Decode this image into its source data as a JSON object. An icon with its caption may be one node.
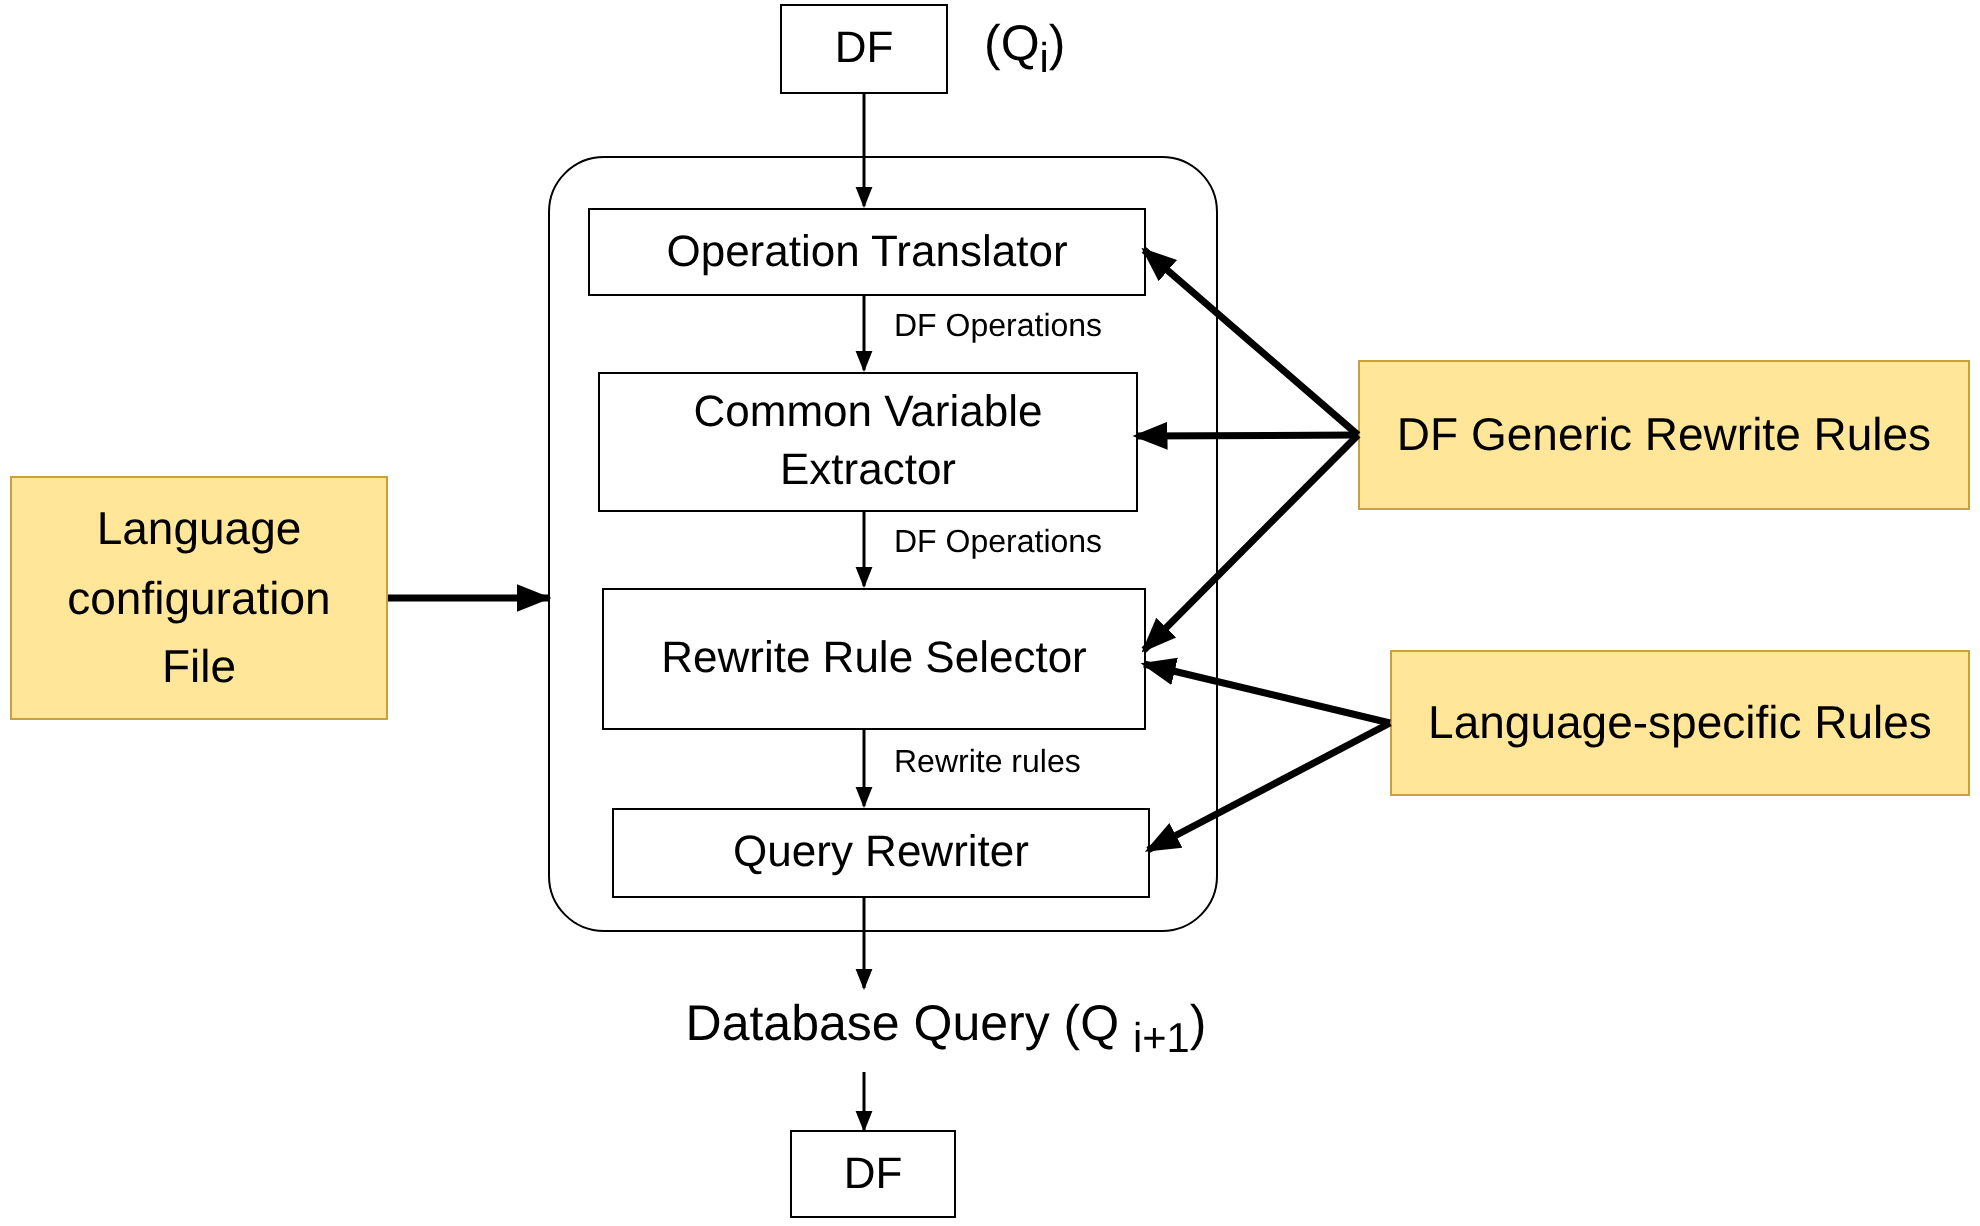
{
  "diagram": {
    "nodes": [
      {
        "text": [
          "DF"
        ],
        "beside": [
          "(Q$_{i}$)"
        ]
      },
      {
        "text": [],
        "shape": "box"
      },
      {
        "text": [
          "Operation Translator"
        ],
        "in": 1
      },
      {
        "text": [
          "Common Variable Extractor"
        ],
        "in": 1
      },
      {
        "text": [
          "Rewrite Rule Selector"
        ],
        "in": 1
      },
      {
        "text": [
          "Query Rewriter"
        ],
        "in": 1
      },
      {
        "text": [
          "Language configuration File"
        ]
      },
      {
        "text": [
          "DF Generic Rewrite Rules"
        ]
      },
      {
        "text": [
          "Language-specific Rules"
        ]
      },
      {
        "text": [
          "Database Query (Q $_{i+1}$)"
        ]
      },
      {
        "text": [
          "DF"
        ]
      }
    ],
    "edges": [
      {
        "from": 0,
        "to": 2,
        "arrow": "to"
      },
      {
        "from": 2,
        "to": 3,
        "arrow": "to",
        "label": "DF Operations"
      },
      {
        "from": 3,
        "to": 4,
        "arrow": "to",
        "label": "DF Operations"
      },
      {
        "from": 4,
        "to": 5,
        "arrow": "to",
        "label": "Rewrite rules"
      },
      {
        "from": 5,
        "to": 9,
        "arrow": "to"
      },
      {
        "from": 9,
        "to": 10,
        "arrow": "to"
      },
      {
        "from": 6,
        "to": 1,
        "arrow": "to",
        "style": "thick"
      },
      {
        "from": 7,
        "to": 2,
        "arrow": "to",
        "style": "thick"
      },
      {
        "from": 7,
        "to": 3,
        "arrow": "to",
        "style": "thick"
      },
      {
        "from": 7,
        "to": 4,
        "arrow": "to",
        "style": "thick"
      },
      {
        "from": 8,
        "to": 4,
        "arrow": "to",
        "style": "thick"
      },
      {
        "from": 8,
        "to": 5,
        "arrow": "to",
        "style": "thick"
      }
    ]
  }
}
